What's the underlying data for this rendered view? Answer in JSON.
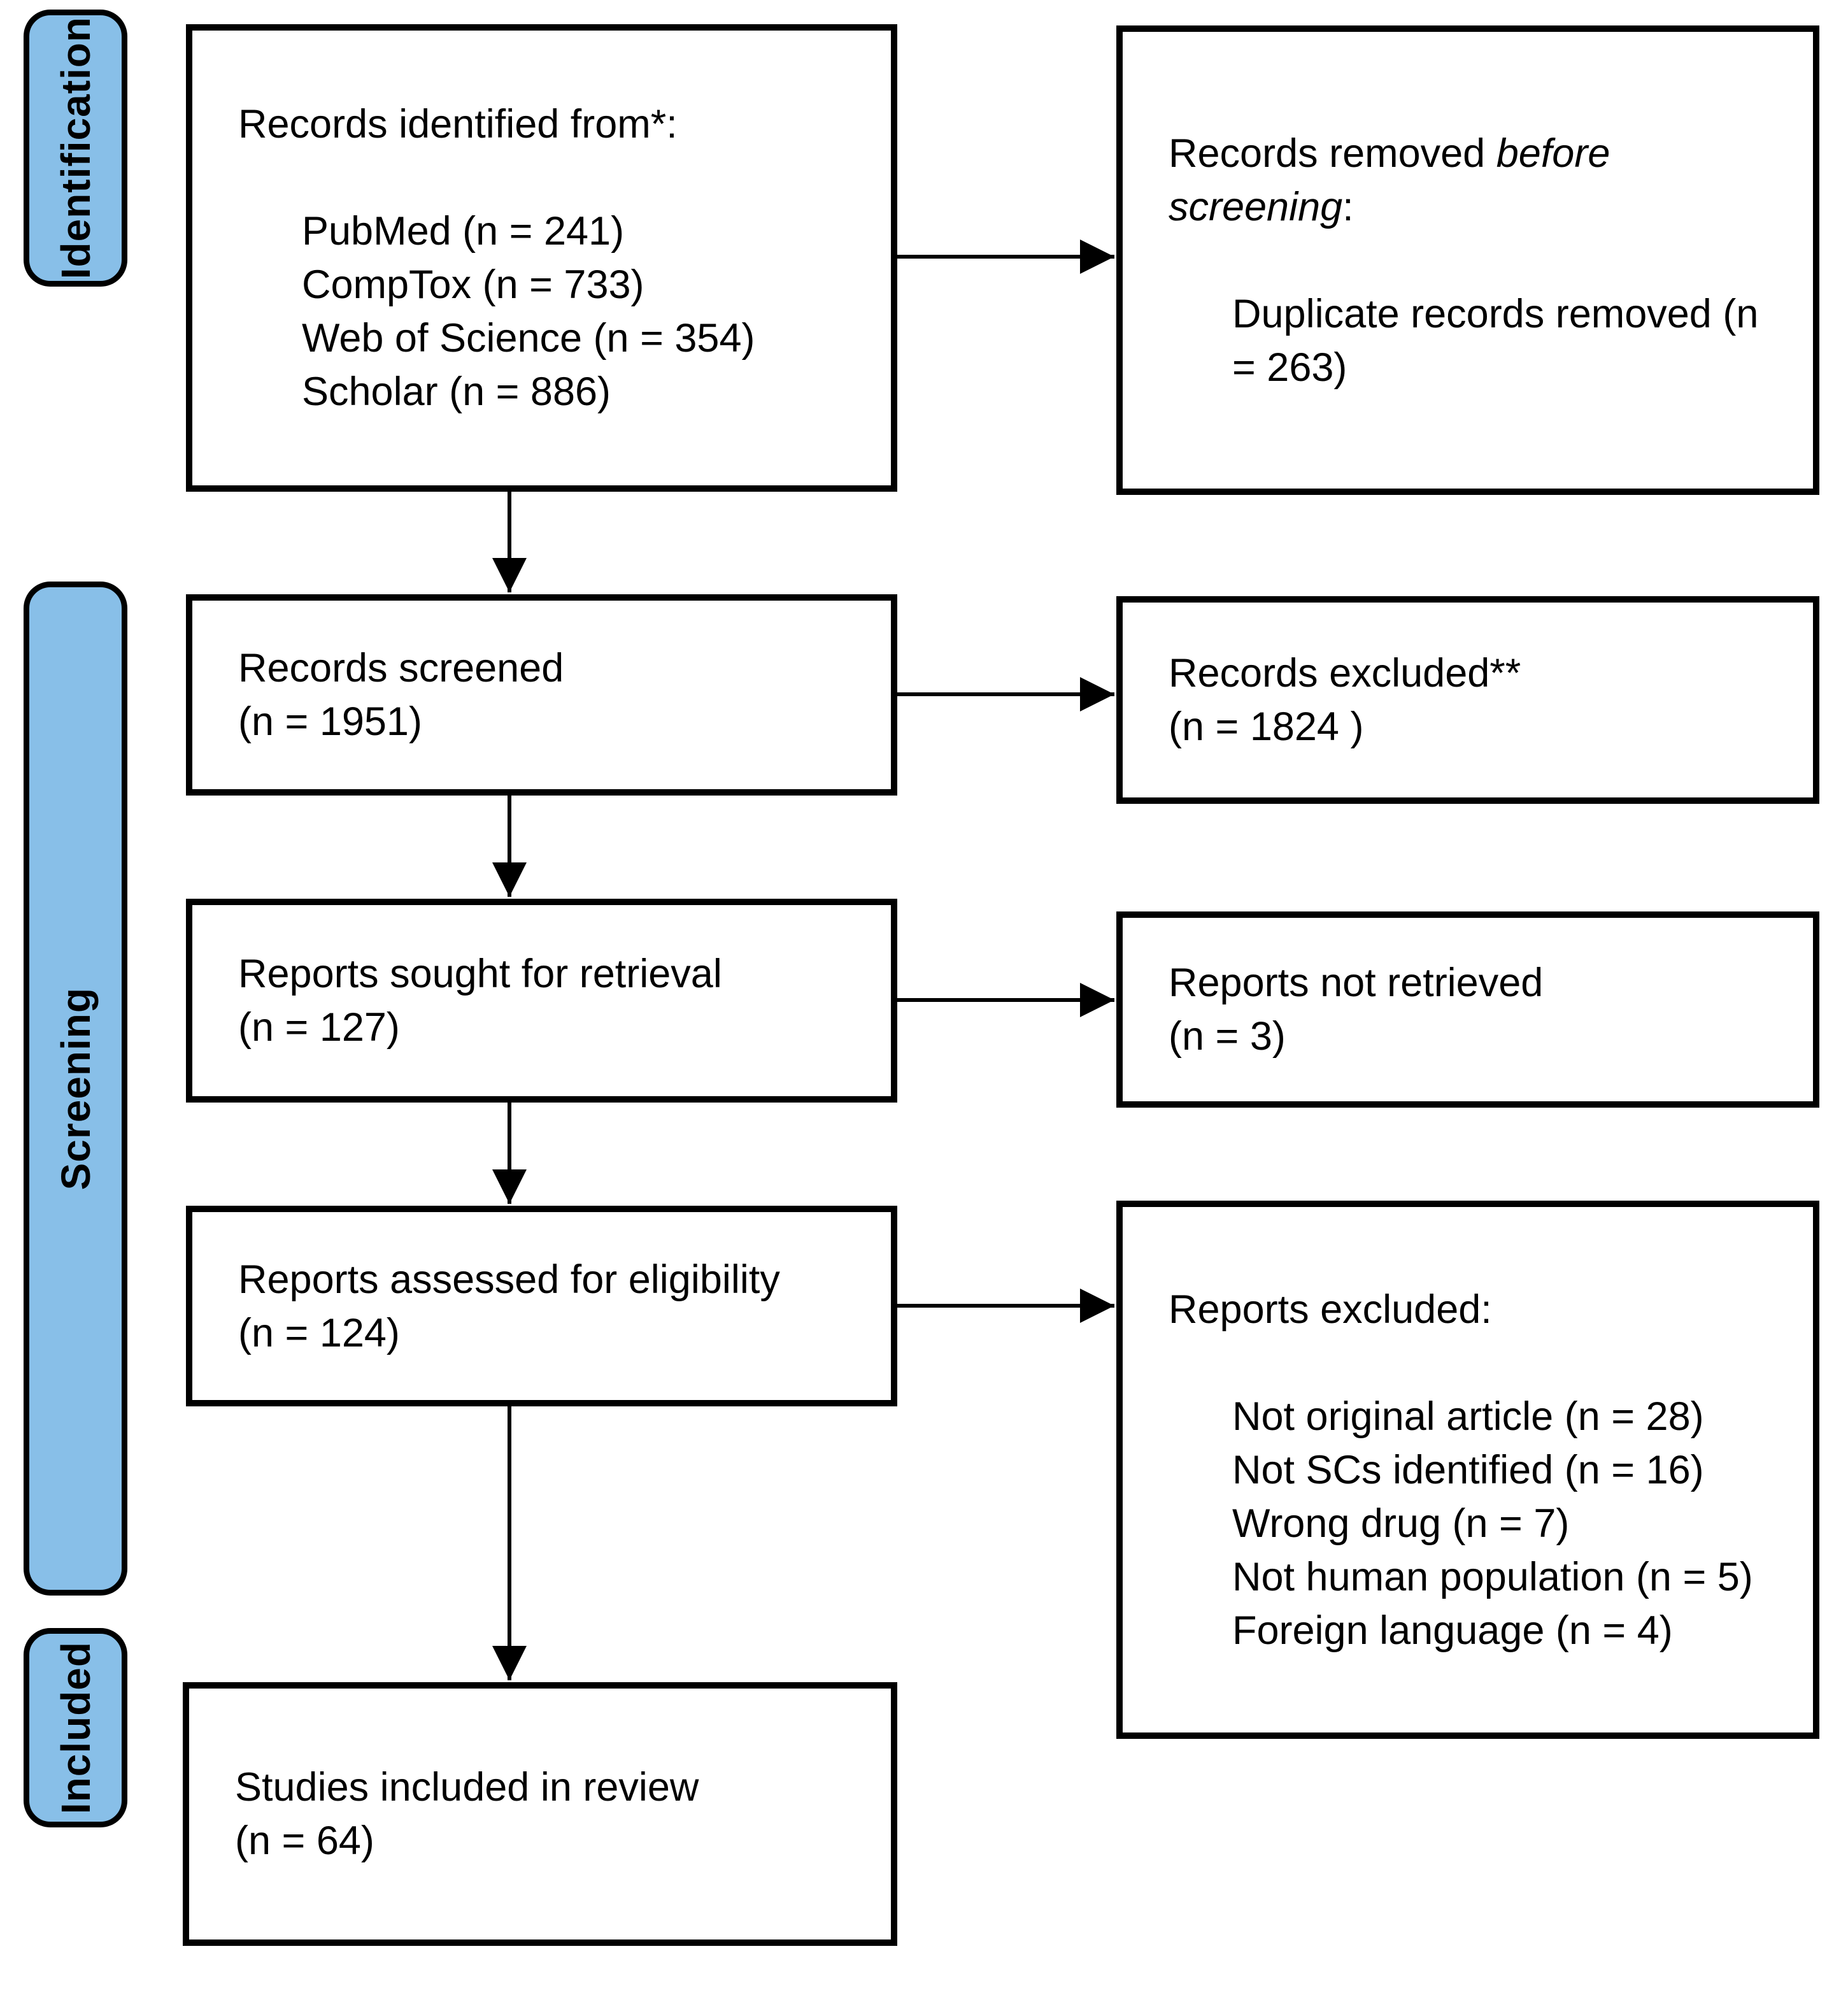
{
  "palette": {
    "stage_fill": "#88BFE8",
    "line_color": "#000000",
    "background": "#FFFFFF"
  },
  "sidebar": {
    "stages": [
      {
        "label": "Identification"
      },
      {
        "label": "Screening"
      },
      {
        "label": "Included"
      }
    ]
  },
  "boxes": {
    "identified": {
      "title": "Records identified from*:",
      "items": [
        "PubMed (n = 241)",
        "CompTox (n = 733)",
        "Web of Science (n = 354)",
        "Scholar (n = 886)"
      ]
    },
    "removed": {
      "title_prefix": "Records removed ",
      "title_italic": "before screening",
      "title_suffix": ":",
      "items": [
        "Duplicate records removed (n = 263)"
      ]
    },
    "screened": {
      "line1": "Records screened",
      "line2": "(n = 1951)"
    },
    "excluded": {
      "line1": "Records excluded**",
      "line2": "(n = 1824 )"
    },
    "sought": {
      "line1": "Reports sought for retrieval",
      "line2": "(n = 127)"
    },
    "not_retrieved": {
      "line1": "Reports not retrieved",
      "line2": "(n = 3)"
    },
    "assessed": {
      "line1": "Reports assessed for eligibility",
      "line2": "(n = 124)"
    },
    "reports_excluded": {
      "title": "Reports excluded:",
      "items": [
        "Not original article (n = 28)",
        "Not SCs identified (n = 16)",
        "Wrong drug (n = 7)",
        "Not human population (n = 5)",
        "Foreign language (n = 4)"
      ]
    },
    "included_studies": {
      "line1": "Studies included in review",
      "line2": "(n = 64)"
    }
  }
}
